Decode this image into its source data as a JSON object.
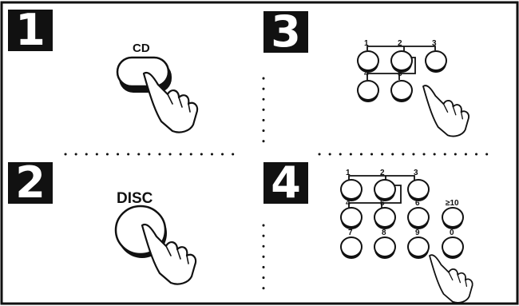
{
  "steps": [
    {
      "number": "1",
      "button_label": "CD"
    },
    {
      "number": "2",
      "button_label": "DISC"
    },
    {
      "number": "3",
      "key_labels": [
        "1",
        "2",
        "3",
        "4",
        "5"
      ]
    },
    {
      "number": "4",
      "key_labels": [
        "1",
        "2",
        "3",
        "4",
        "5",
        "6",
        "≥10",
        "7",
        "8",
        "9",
        "0"
      ]
    }
  ]
}
